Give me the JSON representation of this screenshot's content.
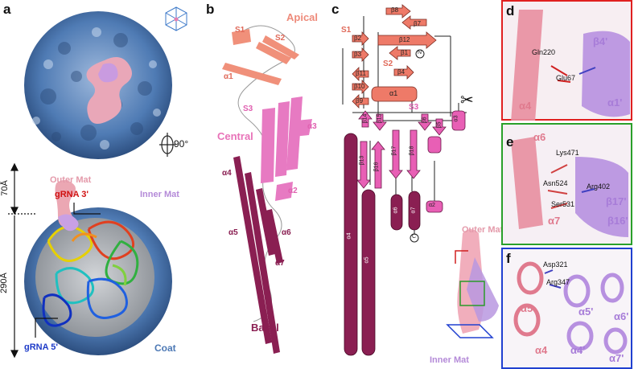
{
  "panels": {
    "a": {
      "letter": "a",
      "rotation": "90°",
      "outer_mat": "Outer Mat",
      "grna3": "gRNA 3'",
      "inner_mat": "Inner Mat",
      "dim70": "70Å",
      "dim290": "290Å",
      "grna5": "gRNA 5'",
      "coat": "Coat"
    },
    "b": {
      "letter": "b",
      "apical": "Apical",
      "central": "Central",
      "basal": "Basal",
      "labels": [
        "S1",
        "S2",
        "α1",
        "S3",
        "α3",
        "α2",
        "α4",
        "α5",
        "α6",
        "α7"
      ]
    },
    "c": {
      "letter": "c",
      "sheets_top": [
        "β8",
        "β7",
        "β12",
        "β1",
        "β2",
        "β3",
        "β11",
        "β4",
        "β10",
        "β9"
      ],
      "labels_misc": [
        "S1",
        "S2",
        "α1",
        "S3",
        "N",
        "C"
      ],
      "central_sheets": [
        "β14",
        "β15",
        "β6",
        "β5",
        "α3",
        "β13",
        "β16",
        "β17",
        "β18",
        "α2"
      ],
      "helices": [
        "α4",
        "α5",
        "α6",
        "α7"
      ],
      "outer_mat": "Outer Mat",
      "inner_mat": "Inner Mat",
      "scissors": "✂"
    },
    "d": {
      "letter": "d",
      "res1": "Gln220",
      "res2": "Glu67",
      "h1": "α4",
      "h2": "β4'",
      "h3": "α1'"
    },
    "e": {
      "letter": "e",
      "res1": "Lys471",
      "res2": "Asn524",
      "res3": "Arg402",
      "res4": "Ser531",
      "h1": "α6",
      "h2": "α7",
      "h3": "β17'",
      "h4": "β16'"
    },
    "f": {
      "letter": "f",
      "res1": "Asp321",
      "res2": "Arg347",
      "h1": "α5",
      "h2": "α4",
      "h3": "α5'",
      "h4": "α6'",
      "h5": "α4'",
      "h6": "α7'"
    }
  },
  "colors": {
    "coat": "#5b86bf",
    "pink": "#e88ea0",
    "salmon": "#f08070",
    "magenta": "#e060b0",
    "maroon": "#8a1f52",
    "violet": "#b790e0",
    "d_border": "#e02020",
    "e_border": "#2aa02a",
    "f_border": "#2040d0"
  }
}
